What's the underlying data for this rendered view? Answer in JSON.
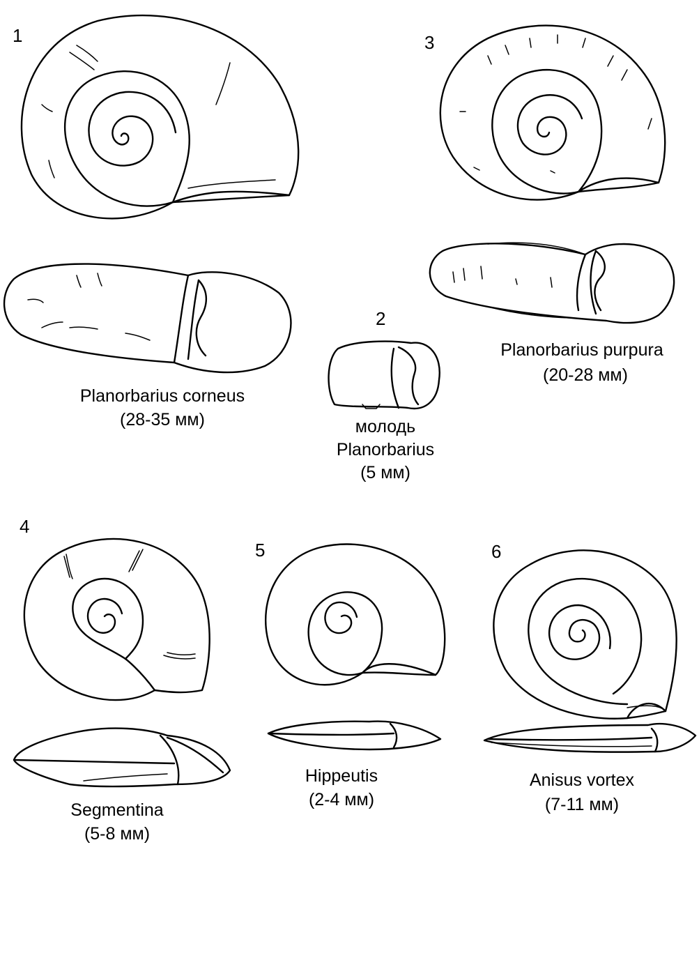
{
  "specimens": [
    {
      "number": "1",
      "name": "Planorbarius corneus",
      "size": "(28-35 мм)"
    },
    {
      "number": "2",
      "prefix": "молодь",
      "name": "Planorbarius",
      "size": "(5 мм)"
    },
    {
      "number": "3",
      "name": "Planorbarius purpura",
      "size": "(20-28 мм)"
    },
    {
      "number": "4",
      "name": "Segmentina",
      "size": "(5-8 мм)"
    },
    {
      "number": "5",
      "name": "Hippeutis",
      "size": "(2-4 мм)"
    },
    {
      "number": "6",
      "name": "Anisus vortex",
      "size": "(7-11 мм)"
    }
  ]
}
